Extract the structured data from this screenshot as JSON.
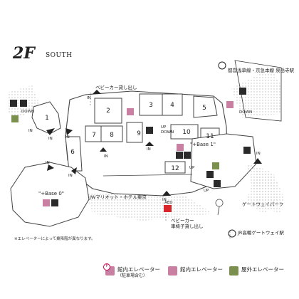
{
  "header": {
    "floor": "2F",
    "wing": "SOUTH"
  },
  "rooms": [
    "1",
    "2",
    "3",
    "4",
    "5",
    "6",
    "7",
    "8",
    "9",
    "10",
    "11",
    "12"
  ],
  "zones": {
    "base0": "\"+Base 0\"",
    "base1": "\"+Base 1\""
  },
  "labels": {
    "stroller_rental": "ベビーカー貸し出し",
    "stroller_wheelchair_line1": "ベビーカー",
    "stroller_wheelchair_line2": "車椅子貸し出し",
    "jw_marriott": "JWマリオット・ホテル東京",
    "gateway_park": "ゲートウェイパーク",
    "jr_station": "JR高輪ゲートウェイ駅",
    "subway": "都営浅草線・京急本線 泉岳寺駅",
    "aed": "AED",
    "in": "IN",
    "down": "DOWN",
    "up": "UP"
  },
  "note": "※エレベーターによって乗降階が異なります。",
  "legend": [
    {
      "icon": "inner-elevator-parking-icon",
      "color": "#c97fa2",
      "label": "館内エレベーター",
      "sub": "（駐車場含む）"
    },
    {
      "icon": "inner-elevator-icon",
      "color": "#c97fa2",
      "label": "館内エレベーター"
    },
    {
      "icon": "outdoor-elevator-icon",
      "color": "#7b8f4e",
      "label": "屋外エレベーター"
    }
  ],
  "colors": {
    "elevator": "#c97fa2",
    "outdoor_elevator": "#7b8f4e",
    "escalator": "#2a2a2a",
    "aed": "#d8262a"
  }
}
